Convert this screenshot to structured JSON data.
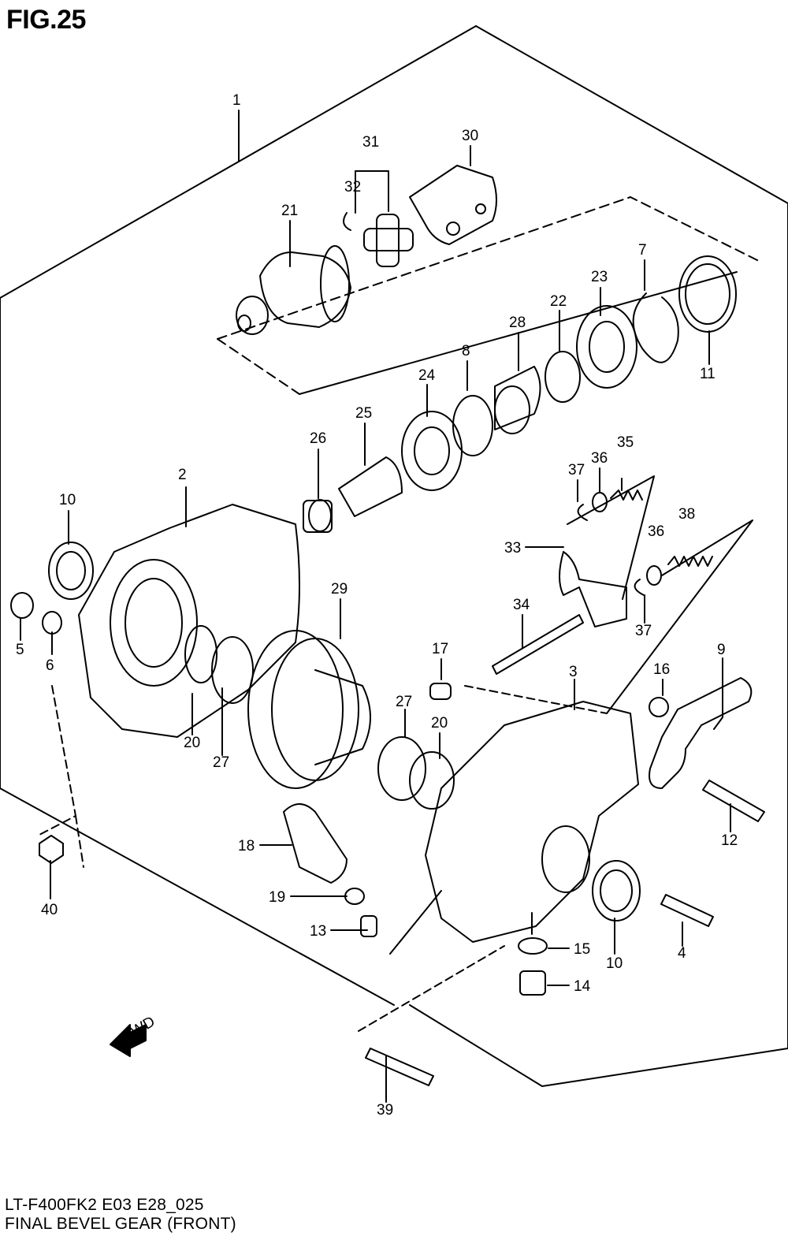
{
  "figure": {
    "title": "FIG.25",
    "code": "LT-F400FK2 E03 E28_025",
    "description": "FINAL BEVEL GEAR (FRONT)",
    "fwd_label": "FWD"
  },
  "callouts": [
    "1",
    "2",
    "3",
    "4",
    "5",
    "6",
    "7",
    "8",
    "9",
    "10",
    "10",
    "11",
    "12",
    "13",
    "14",
    "15",
    "16",
    "17",
    "18",
    "19",
    "20",
    "20",
    "21",
    "22",
    "23",
    "24",
    "25",
    "26",
    "27",
    "27",
    "28",
    "29",
    "30",
    "31",
    "32",
    "33",
    "34",
    "35",
    "36",
    "36",
    "37",
    "37",
    "38",
    "39",
    "40"
  ]
}
